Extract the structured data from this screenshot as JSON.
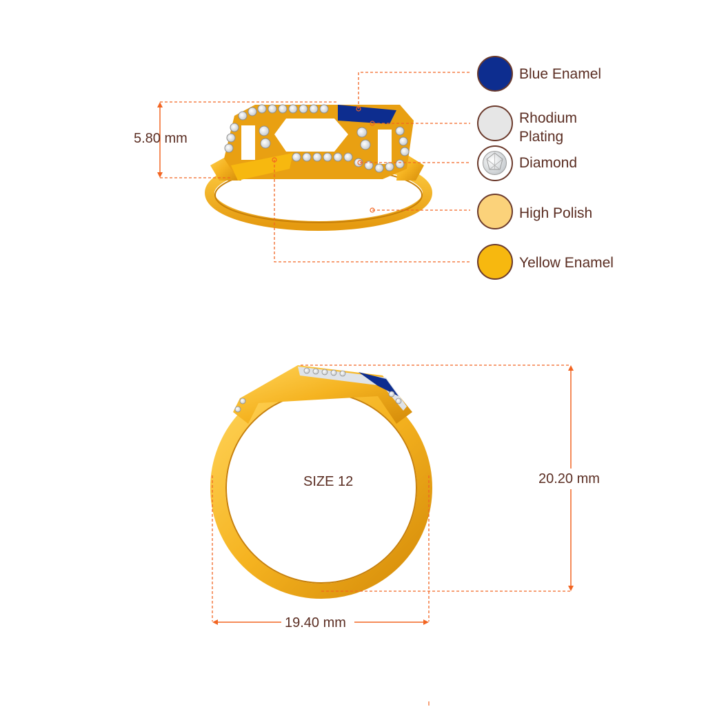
{
  "dimensions": {
    "top_height": "5.80 mm",
    "ring_height": "20.20 mm",
    "ring_width": "19.40 mm",
    "size_label": "SIZE 12"
  },
  "legend": [
    {
      "label": "Blue Enamel",
      "color": "#0d2d8f",
      "icon": "blue-enamel-swatch"
    },
    {
      "label": "Rhodium\nPlating",
      "color": "#e6e6e6",
      "icon": "rhodium-plating-swatch"
    },
    {
      "label": "Diamond",
      "color": "#f4f4f4",
      "icon": "diamond-swatch"
    },
    {
      "label": "High Polish",
      "color": "#fbd27a",
      "icon": "high-polish-swatch"
    },
    {
      "label": "Yellow Enamel",
      "color": "#f7b80f",
      "icon": "yellow-enamel-swatch"
    }
  ],
  "colors": {
    "dimension_line": "#f26522",
    "gold": "#f5b320",
    "gold_dark": "#d98e0a",
    "text": "#5a2d22"
  }
}
